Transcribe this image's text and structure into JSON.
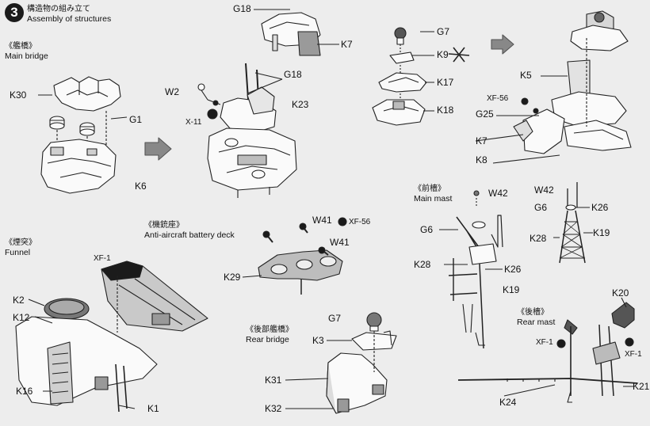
{
  "step": {
    "number": "3",
    "title_jp": "構造物の組み立て",
    "title_en": "Assembly of structures"
  },
  "sections": {
    "main_bridge": {
      "jp": "《艦橋》",
      "en": "Main bridge"
    },
    "funnel": {
      "jp": "《煙突》",
      "en": "Funnel"
    },
    "aa_deck": {
      "jp": "《機銃座》",
      "en": "Anti-aircraft battery deck"
    },
    "rear_bridge": {
      "jp": "《後部艦橋》",
      "en": "Rear bridge"
    },
    "main_mast": {
      "jp": "《前檣》",
      "en": "Main mast"
    },
    "rear_mast": {
      "jp": "《後檣》",
      "en": "Rear mast"
    }
  },
  "parts": {
    "g18_top": "G18",
    "k7_top": "K7",
    "k30": "K30",
    "g1": "G1",
    "k6": "K6",
    "g18_mid": "G18",
    "w2": "W2",
    "x11": "X-11",
    "k23": "K23",
    "g7_top": "G7",
    "k9": "K9",
    "k17": "K17",
    "k18": "K18",
    "k5": "K5",
    "xf56_top": "XF-56",
    "g25": "G25",
    "k7_right": "K7",
    "k8": "K8",
    "xf1_funnel": "XF-1",
    "k2": "K2",
    "k12": "K12",
    "k16": "K16",
    "k1": "K1",
    "w41_top": "W41",
    "xf56_aa": "XF-56",
    "w41_mid": "W41",
    "k29": "K29",
    "g7_rear": "G7",
    "k3": "K3",
    "k31": "K31",
    "k32": "K32",
    "w42_main": "W42",
    "g6_main": "G6",
    "k28_main": "K28",
    "k26_main": "K26",
    "k19_main": "K19",
    "w42_right": "W42",
    "g6_right": "G6",
    "k26_right": "K26",
    "k28_right": "K28",
    "k19_right": "K19",
    "k20": "K20",
    "xf1_rear_l": "XF-1",
    "xf1_rear_r": "XF-1",
    "k21": "K21",
    "k24": "K24"
  },
  "colors": {
    "paint_black": "#1b1b1b",
    "paper": "#ededed",
    "ink": "#111111"
  }
}
